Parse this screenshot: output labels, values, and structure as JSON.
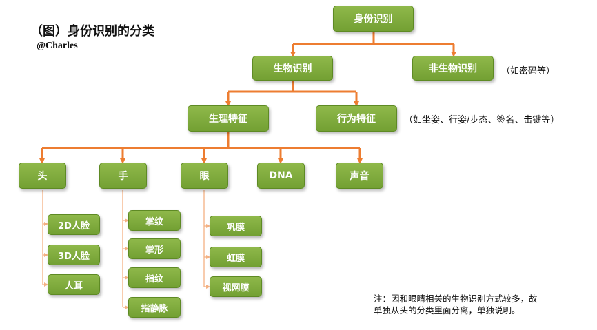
{
  "title": "（图）身份识别的分类",
  "author": "@Charles",
  "nodes": {
    "root": "身份识别",
    "bio": "生物识别",
    "nonbio": "非生物识别",
    "physio": "生理特征",
    "behavior": "行为特征",
    "head": "头",
    "hand": "手",
    "eye": "眼",
    "dna": "DNA",
    "voice": "声音",
    "face2d": "2D人脸",
    "face3d": "3D人脸",
    "ear": "人耳",
    "palmprint": "掌纹",
    "palmshape": "掌形",
    "fingerprint": "指纹",
    "fingervein": "指静脉",
    "sclera": "巩膜",
    "iris": "虹膜",
    "retina": "视网膜"
  },
  "notes": {
    "nonbio": "（如密码等）",
    "behavior": "（如坐姿、行姿/步态、签名、击键等）"
  },
  "footnote": {
    "line1": "注：因和眼睛相关的生物识别方式较多，故",
    "line2": "单独从头的分类里面分离，单独说明。"
  },
  "colors": {
    "box": "#7eab3c",
    "connector_main": "#ed7d31",
    "connector_leaf": "#f4b183",
    "text": "#ffffff"
  }
}
